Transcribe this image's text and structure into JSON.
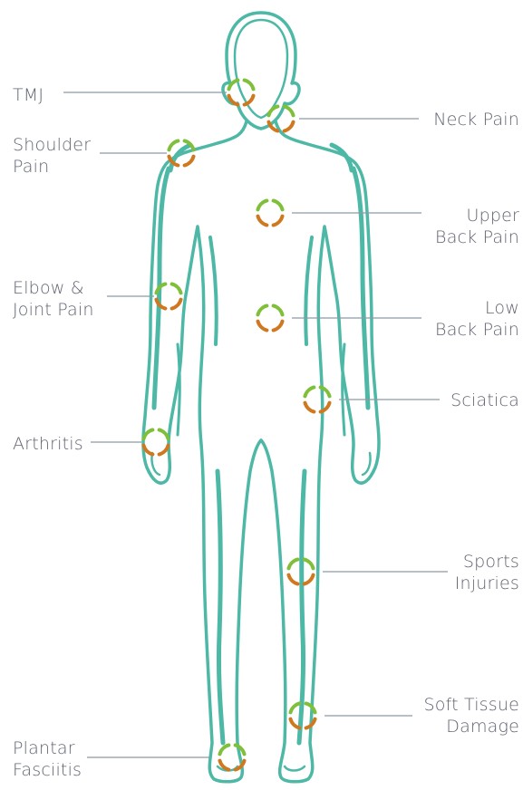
{
  "colors": {
    "body_outline": "#4db8a6",
    "leader_line": "#8c9aa3",
    "label_text": "#5f6470",
    "marker_green": "#7fbf3a",
    "marker_orange": "#d0781f"
  },
  "markers": [
    {
      "id": "tmj",
      "name": "marker-tmj",
      "lines": [
        "TMJ"
      ]
    },
    {
      "id": "neck",
      "name": "marker-neck-pain",
      "lines": [
        "Neck Pain"
      ]
    },
    {
      "id": "shoulder",
      "name": "marker-shoulder-pain",
      "lines": [
        "Shoulder",
        "Pain"
      ]
    },
    {
      "id": "upperback",
      "name": "marker-upper-back-pain",
      "lines": [
        "Upper",
        "Back Pain"
      ]
    },
    {
      "id": "elbow",
      "name": "marker-elbow-joint-pain",
      "lines": [
        "Elbow &",
        "Joint Pain"
      ]
    },
    {
      "id": "lowback",
      "name": "marker-low-back-pain",
      "lines": [
        "Low",
        "Back Pain"
      ]
    },
    {
      "id": "sciatica",
      "name": "marker-sciatica",
      "lines": [
        "Sciatica"
      ]
    },
    {
      "id": "arthritis",
      "name": "marker-arthritis",
      "lines": [
        "Arthritis"
      ]
    },
    {
      "id": "sports",
      "name": "marker-sports-injuries",
      "lines": [
        "Sports",
        "Injuries"
      ]
    },
    {
      "id": "softtissue",
      "name": "marker-soft-tissue-damage",
      "lines": [
        "Soft Tissue",
        "Damage"
      ]
    },
    {
      "id": "plantar",
      "name": "marker-plantar-fasciitis",
      "lines": [
        "Plantar",
        "Fasciitis"
      ]
    }
  ]
}
